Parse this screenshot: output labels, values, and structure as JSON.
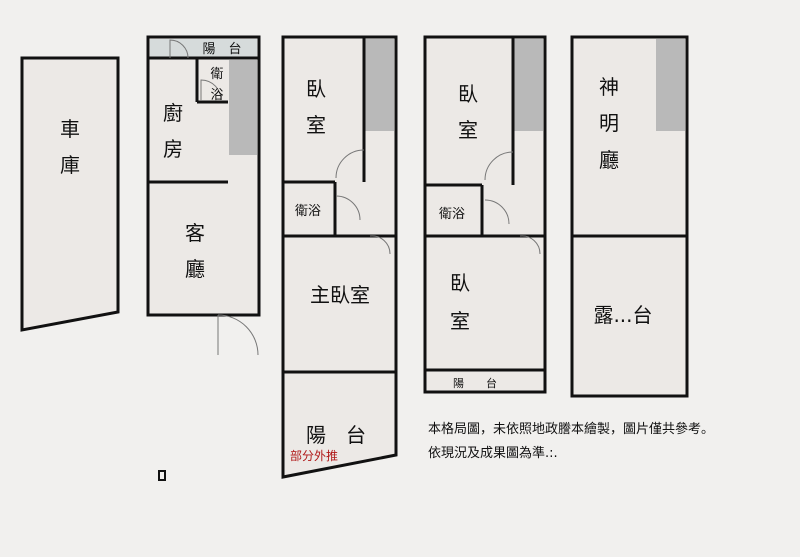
{
  "garage": {
    "c1": "車",
    "c2": "庫"
  },
  "floor1": {
    "balcony": "陽　台",
    "bath1": "衛",
    "bath2": "浴",
    "kitchen1": "廚",
    "kitchen2": "房",
    "living1": "客",
    "living2": "廳"
  },
  "floor2": {
    "bedroom1": "臥",
    "bedroom2": "室",
    "bath": "衛浴",
    "master": "主臥室",
    "balcony": "陽　台",
    "note": "部分外推"
  },
  "floor3": {
    "bedroom1": "臥",
    "bedroom2": "室",
    "bath": "衛浴",
    "bedroomb1": "臥",
    "bedroomb2": "室",
    "balcony": "陽　　台"
  },
  "floor4": {
    "shrine1": "神",
    "shrine2": "明",
    "shrine3": "廳",
    "terrace": "露...台"
  },
  "disclaimer": {
    "line1": "本格局圖，未依照地政謄本繪製，圖片僅共參考。",
    "line2": "依現況及成果圖為準.:."
  },
  "colors": {
    "stairs": "#b9b9b9",
    "room": "#ece9e6",
    "accent": "#b01818"
  }
}
